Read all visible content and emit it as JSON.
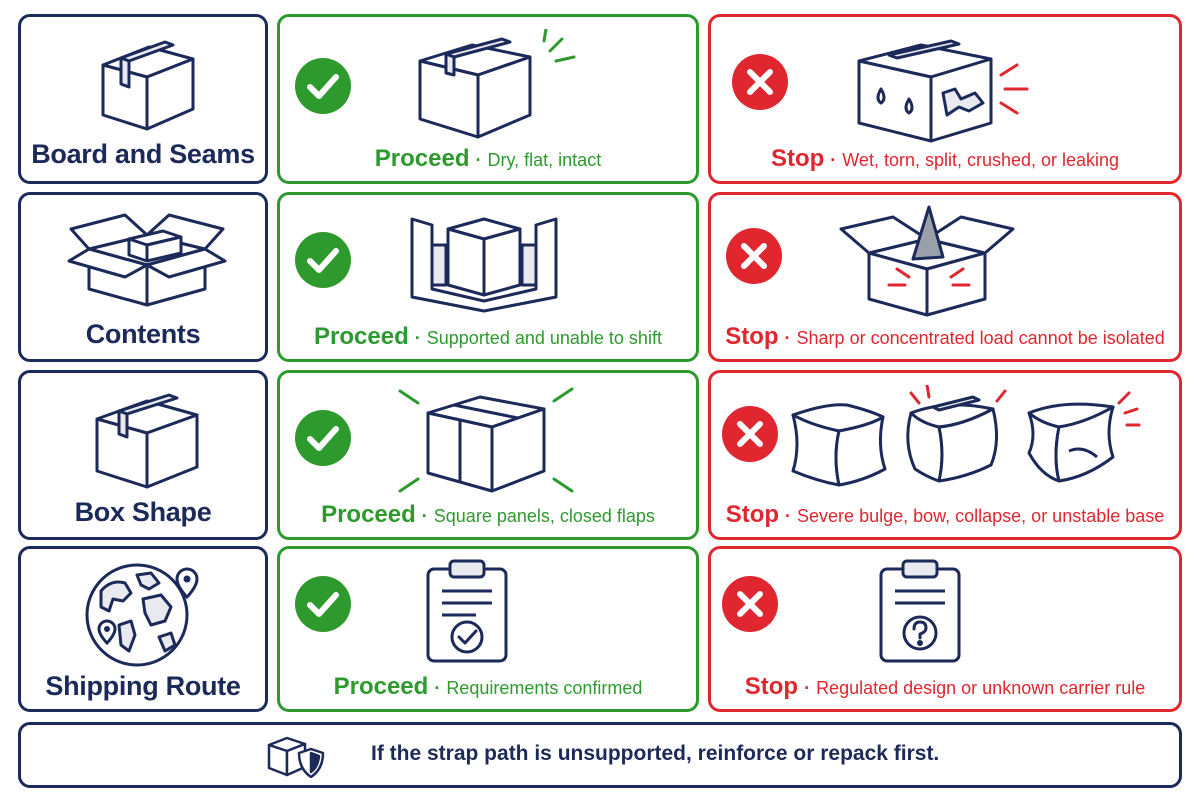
{
  "rows": [
    {
      "category": "Board and Seams",
      "category_icon": "sealed-box-icon",
      "proceed": {
        "status": "Proceed",
        "detail": "Dry, flat, intact",
        "icon": "intact-box-icon"
      },
      "stop": {
        "status": "Stop",
        "detail": "Wet, torn, split, crushed, or leaking",
        "icon": "damaged-wet-box-icon"
      }
    },
    {
      "category": "Contents",
      "category_icon": "open-box-with-item-icon",
      "proceed": {
        "status": "Proceed",
        "detail": "Supported and unable to shift",
        "icon": "cushioned-contents-icon"
      },
      "stop": {
        "status": "Stop",
        "detail": "Sharp or concentrated load cannot be isolated",
        "icon": "sharp-object-box-icon"
      }
    },
    {
      "category": "Box Shape",
      "category_icon": "taped-box-icon",
      "proceed": {
        "status": "Proceed",
        "detail": "Square panels, closed flaps",
        "icon": "square-box-icon"
      },
      "stop": {
        "status": "Stop",
        "detail": "Severe bulge, bow, collapse, or unstable base",
        "icon": "deformed-boxes-icon"
      }
    },
    {
      "category": "Shipping Route",
      "category_icon": "globe-route-icon",
      "proceed": {
        "status": "Proceed",
        "detail": "Requirements confirmed",
        "icon": "clipboard-check-icon"
      },
      "stop": {
        "status": "Stop",
        "detail": "Regulated design or unknown carrier rule",
        "icon": "clipboard-question-icon"
      }
    }
  ],
  "footer": {
    "text": "If the strap path is unsupported, reinforce or repack first.",
    "icon": "box-shield-icon"
  },
  "colors": {
    "navy": "#1c2a5a",
    "proceed": "#2e9a2e",
    "stop": "#e0262f"
  }
}
